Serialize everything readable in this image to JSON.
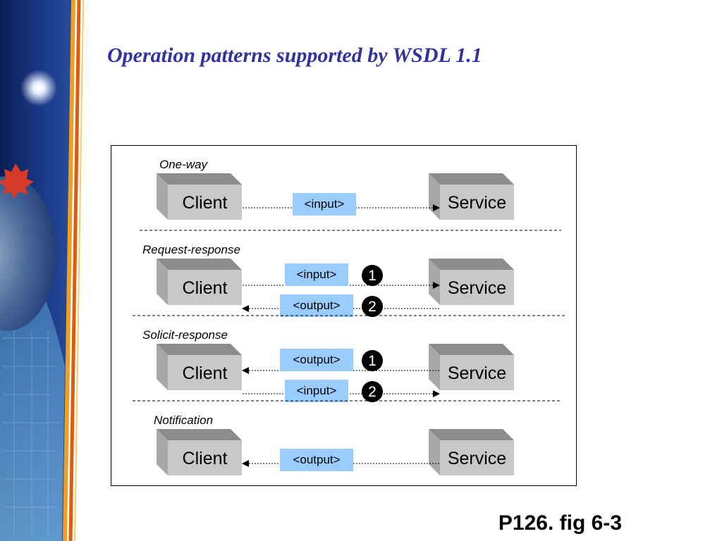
{
  "slide": {
    "title": "Operation patterns supported by WSDL 1.1",
    "figure_ref": "P126. fig 6-3"
  },
  "diagram": {
    "client_label": "Client",
    "service_label": "Service",
    "patterns": [
      {
        "name": "One-way",
        "messages": [
          {
            "label": "<input>",
            "direction": "client-to-service",
            "step": ""
          }
        ]
      },
      {
        "name": "Request-response",
        "messages": [
          {
            "label": "<input>",
            "direction": "client-to-service",
            "step": "1"
          },
          {
            "label": "<output>",
            "direction": "service-to-client",
            "step": "2"
          }
        ]
      },
      {
        "name": "Solicit-response",
        "messages": [
          {
            "label": "<output>",
            "direction": "service-to-client",
            "step": "1"
          },
          {
            "label": "<input>",
            "direction": "client-to-service",
            "step": "2"
          }
        ]
      },
      {
        "name": "Notification",
        "messages": [
          {
            "label": "<output>",
            "direction": "service-to-client",
            "step": ""
          }
        ]
      }
    ],
    "colors": {
      "box_front": "#c8c8c8",
      "box_top": "#8c8c8c",
      "box_side": "#a8a8a8",
      "message_fill": "#99ccff",
      "step_badge": "#000000",
      "title": "#3333a0"
    }
  }
}
